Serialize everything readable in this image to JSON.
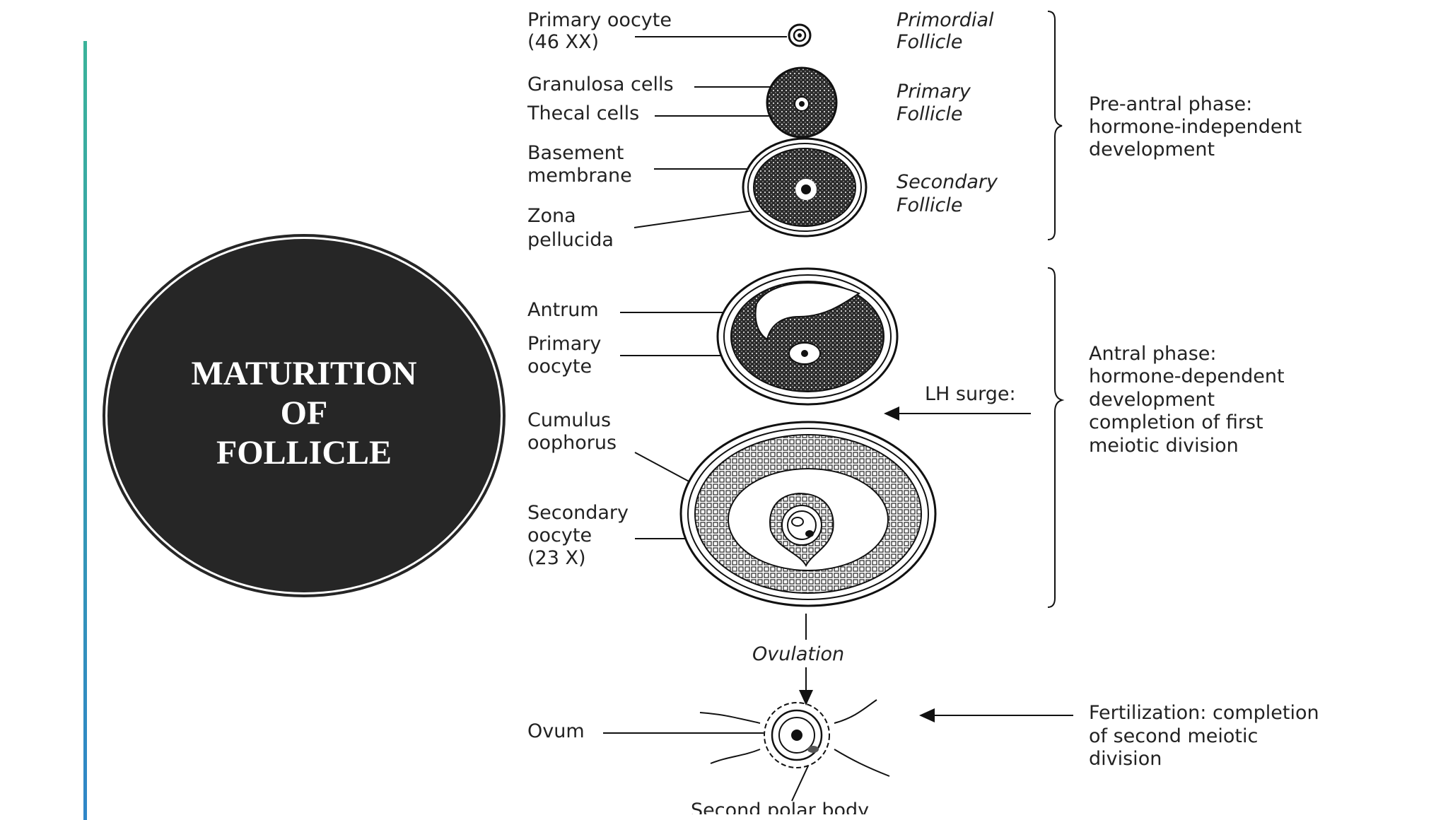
{
  "title": {
    "lines": [
      "MATURITION",
      "OF",
      "FOLLICLE"
    ]
  },
  "labels": {
    "primary_oocyte": [
      "Primary oocyte",
      "(46 XX)"
    ],
    "granulosa_cells": "Granulosa cells",
    "thecal_cells": "Thecal cells",
    "basement_membrane": [
      "Basement",
      "membrane"
    ],
    "zona_pellucida": [
      "Zona",
      "pellucida"
    ],
    "antrum": "Antrum",
    "primary_oocyte_2": [
      "Primary",
      "oocyte"
    ],
    "cumulus_oophorus": [
      "Cumulus",
      "oophorus"
    ],
    "secondary_oocyte": [
      "Secondary",
      "oocyte",
      "(23 X)"
    ],
    "ovum": "Ovum",
    "second_polar_body": "Second polar body",
    "ovulation": "Ovulation",
    "lh_surge": "LH surge:"
  },
  "stages": {
    "primordial": [
      "Primordial",
      "Follicle"
    ],
    "primary": [
      "Primary",
      "Follicle"
    ],
    "secondary": [
      "Secondary",
      "Follicle"
    ]
  },
  "phases": {
    "pre_antral": [
      "Pre-antral phase:",
      "hormone-independent",
      "development"
    ],
    "antral": [
      "Antral phase:",
      "hormone-dependent",
      "development",
      "completion of first",
      "meiotic division"
    ],
    "fertilization": [
      "Fertilization: completion",
      "of second meiotic",
      "division"
    ]
  },
  "colors": {
    "circle": "#262626",
    "accent_top": "#3bb39a",
    "accent_bottom": "#2f86c8",
    "ink": "#222222"
  }
}
